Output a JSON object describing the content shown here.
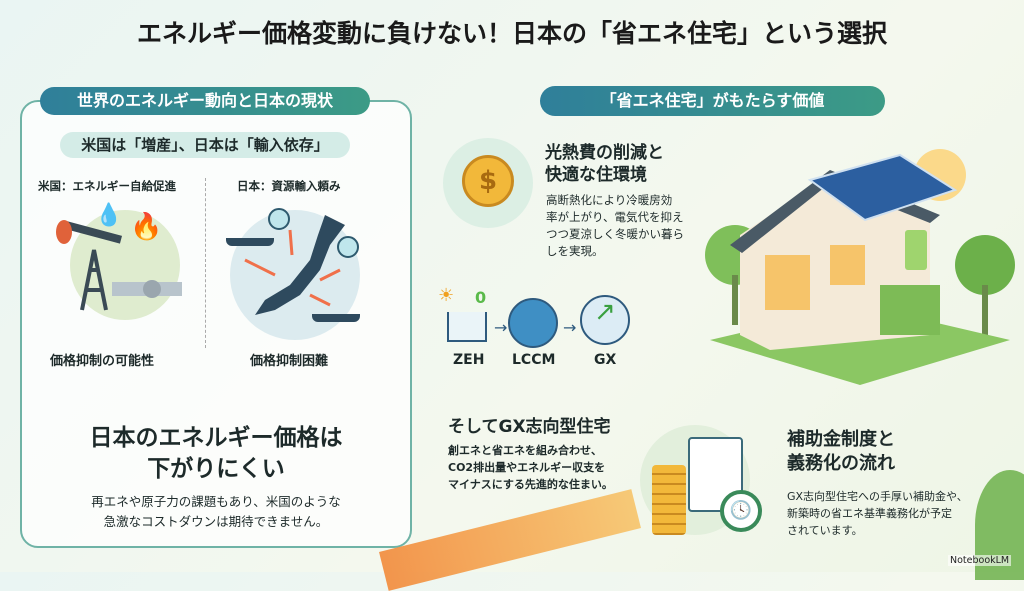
{
  "title": "エネルギー価格変動に負けない！日本の「省エネ住宅」という選択",
  "left": {
    "header": "世界のエネルギー動向と日本の現状",
    "subheader": "米国は「増産」、日本は「輸入依存」",
    "us": {
      "label": "米国：エネルギー自給促進",
      "caption": "価格抑制の可能性"
    },
    "japan": {
      "label": "日本：資源輸入頼み",
      "caption": "価格抑制困難"
    },
    "headline1": "日本のエネルギー価格は",
    "headline2": "下がりにくい",
    "body1": "再エネや原子力の課題もあり、米国のような",
    "body2": "急激なコストダウンは期待できません。"
  },
  "right": {
    "header": "「省エネ住宅」がもたらす価値",
    "benefit": {
      "title1": "光熱費の削減と",
      "title2": "快適な住環境",
      "body": [
        "高断熱化により冷暖房効",
        "率が上がり、電気代を抑え",
        "つつ夏涼しく冬暖かい暮ら",
        "しを実現。"
      ]
    },
    "steps": [
      {
        "label": "ZEH",
        "badge": "0"
      },
      {
        "label": "LCCM"
      },
      {
        "label": "GX"
      }
    ],
    "gx": {
      "title": "そしてGX志向型住宅",
      "body": [
        "創エネと省エネを組み合わせ、",
        "CO2排出量やエネルギー収支を",
        "マイナスにする先進的な住まい。"
      ]
    },
    "subsidy": {
      "title1": "補助金制度と",
      "title2": "義務化の流れ",
      "body": [
        "GX志向型住宅への手厚い補助金や、",
        "新築時の省エネ基準義務化が予定",
        "されています。"
      ]
    }
  },
  "watermark": "NotebookLM",
  "colors": {
    "teal": "#2f7f9a",
    "green": "#3c9b86",
    "orange": "#f08a3c"
  }
}
